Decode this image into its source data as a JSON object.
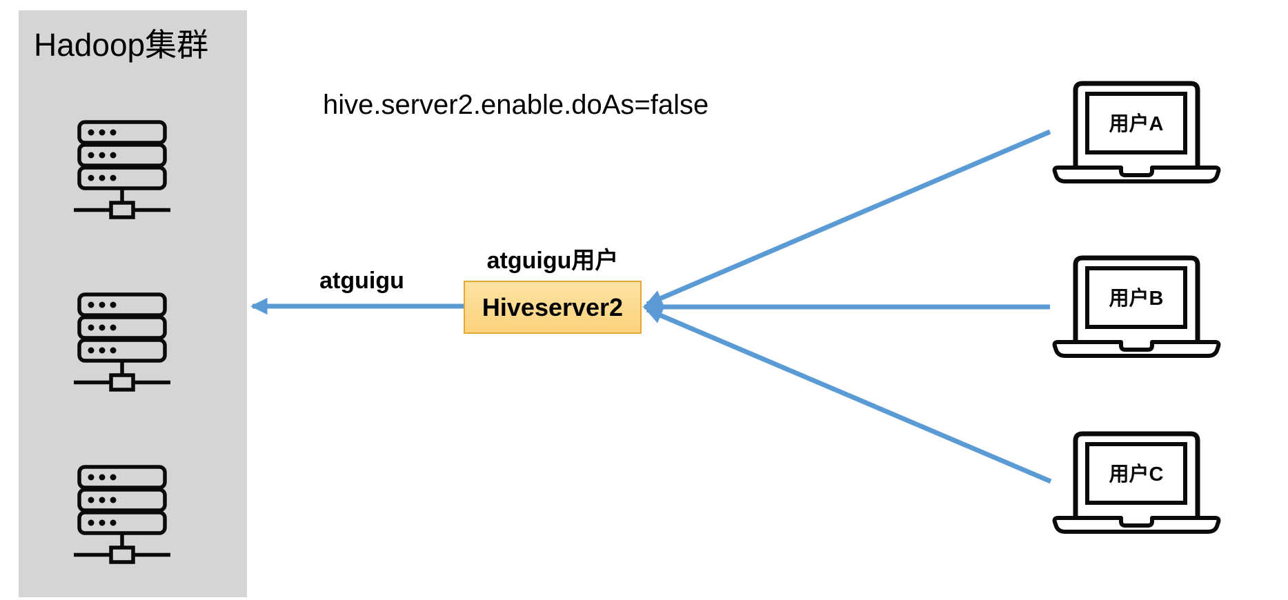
{
  "colors": {
    "background": "#FFFFFF",
    "arrow_blue": "#5B9BD5",
    "panel_gray": "#D5D5D5",
    "box_fill_top": "#FEE3A3",
    "box_fill_bottom": "#FBD27C",
    "box_border": "#E7A933",
    "icon_black": "#0A0A0A"
  },
  "hadoop_cluster": {
    "title": "Hadoop集群",
    "servers": [
      {
        "icon": "server-rack-icon"
      },
      {
        "icon": "server-rack-icon"
      },
      {
        "icon": "server-rack-icon"
      }
    ]
  },
  "config": {
    "text": "hive.server2.enable.doAs=false"
  },
  "hiveserver2": {
    "label": "Hiveserver2",
    "run_as_label": "atguigu用户"
  },
  "cluster_arrow": {
    "label": "atguigu"
  },
  "clients": [
    {
      "label": "用户A",
      "icon": "laptop-icon"
    },
    {
      "label": "用户B",
      "icon": "laptop-icon"
    },
    {
      "label": "用户C",
      "icon": "laptop-icon"
    }
  ]
}
